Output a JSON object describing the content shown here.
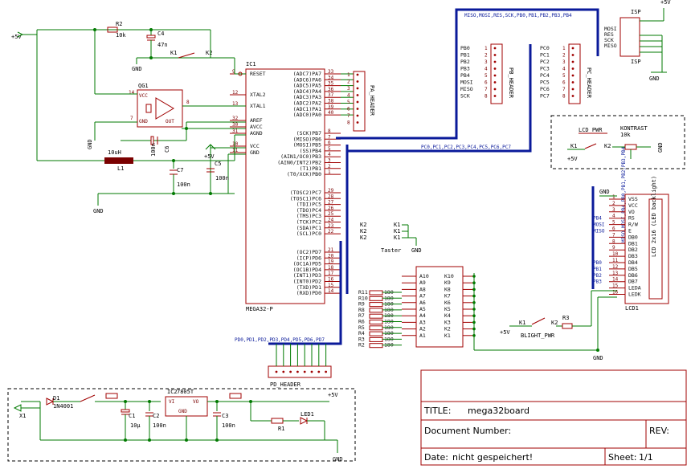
{
  "title_block": {
    "title_label": "TITLE:",
    "title_value": "mega32board",
    "docnum_label": "Document Number:",
    "rev_label": "REV:",
    "date_label": "Date:",
    "date_value": "nicht gespeichert!",
    "sheet_label": "Sheet:",
    "sheet_value": "1/1"
  },
  "power": {
    "plus5v": "+5V",
    "gnd": "GND"
  },
  "components": {
    "ic1": "IC1",
    "ic1_value": "MEGA32-P",
    "ic2": "IC2",
    "ic2_value": "7805T",
    "qg1": "QG1",
    "r1": "R1",
    "r2": "R2",
    "r2_value": "10k",
    "r3": "R3",
    "c1": "C1",
    "c1_value": "10µ",
    "c2": "C2",
    "c2_value": "100n",
    "c3": "C3",
    "c3_value": "100n",
    "c4": "C4",
    "c4_value": "47n",
    "c5": "C5",
    "c5_value": "100n",
    "c6": "C6",
    "c6_value": "100n",
    "c7": "C7",
    "c7_value": "100n",
    "l1": "L1",
    "l1_value": "10uH",
    "d1": "D1",
    "d1_value": "1N4001",
    "led1": "LED1",
    "x1": "X1",
    "isp": "ISP",
    "lcd": "LCD1",
    "lcd_part": "LCD 2x16 (LED backlight)",
    "kontrast": "KONTRAST",
    "kontrast_value": "10k",
    "lcd_pwr": "LCD_PWR",
    "blight_pwr": "BLIGHT_PWR",
    "taster": "Taster",
    "pa_header": "PA_HEADER",
    "pb_header": "PB_HEADER",
    "pc_header": "PC_HEADER",
    "pd_header": "PD_HEADER",
    "r_array_value": "180"
  },
  "ic1_left_pins": [
    {
      "name": "RESET",
      "num": "9"
    },
    {
      "name": "XTAL2",
      "num": "12"
    },
    {
      "name": "XTAL1",
      "num": "13"
    },
    {
      "name": "AREF",
      "num": "32"
    },
    {
      "name": "AVCC",
      "num": "30"
    },
    {
      "name": "AGND",
      "num": "31"
    },
    {
      "name": "VCC",
      "num": "10"
    },
    {
      "name": "GND",
      "num": "11"
    }
  ],
  "ic1_right_pins": [
    {
      "name": "(ADC7)PA7",
      "num": "33"
    },
    {
      "name": "(ADC6)PA6",
      "num": "34"
    },
    {
      "name": "(ADC5)PA5",
      "num": "35"
    },
    {
      "name": "(ADC4)PA4",
      "num": "36"
    },
    {
      "name": "(ADC3)PA3",
      "num": "37"
    },
    {
      "name": "(ADC2)PA2",
      "num": "38"
    },
    {
      "name": "(ADC1)PA1",
      "num": "39"
    },
    {
      "name": "(ADC0)PA0",
      "num": "40"
    },
    {
      "name": "(SCK)PB7",
      "num": "8"
    },
    {
      "name": "(MISO)PB6",
      "num": "7"
    },
    {
      "name": "(MOSI)PB5",
      "num": "6"
    },
    {
      "name": "(SS)PB4",
      "num": "5"
    },
    {
      "name": "(AIN1/OC0)PB3",
      "num": "4"
    },
    {
      "name": "(AIN0/INT2)PB2",
      "num": "3"
    },
    {
      "name": "(T1)PB1",
      "num": "2"
    },
    {
      "name": "(T0/XCK)PB0",
      "num": "1"
    },
    {
      "name": "(TOSC2)PC7",
      "num": "29"
    },
    {
      "name": "(TOSC1)PC6",
      "num": "28"
    },
    {
      "name": "(TDI)PC5",
      "num": "27"
    },
    {
      "name": "(TDO)PC4",
      "num": "26"
    },
    {
      "name": "(TMS)PC3",
      "num": "25"
    },
    {
      "name": "(TCK)PC2",
      "num": "24"
    },
    {
      "name": "(SDA)PC1",
      "num": "23"
    },
    {
      "name": "(SCL)PC0",
      "num": "22"
    },
    {
      "name": "(OC2)PD7",
      "num": "21"
    },
    {
      "name": "(ICP)PD6",
      "num": "20"
    },
    {
      "name": "(OC1A)PD5",
      "num": "19"
    },
    {
      "name": "(OC1B)PD4",
      "num": "18"
    },
    {
      "name": "(INT1)PD3",
      "num": "17"
    },
    {
      "name": "(INT0)PD2",
      "num": "16"
    },
    {
      "name": "(TXD)PD1",
      "num": "15"
    },
    {
      "name": "(RXD)PD0",
      "num": "14"
    }
  ],
  "pb_header_pins": [
    "PB0",
    "PB1",
    "PB2",
    "PB3",
    "PB4",
    "MOSI",
    "MISO",
    "SCK"
  ],
  "pc_header_pins": [
    "PC0",
    "PC1",
    "PC2",
    "PC3",
    "PC4",
    "PC5",
    "PC6",
    "PC7"
  ],
  "header_nums": [
    "1",
    "2",
    "3",
    "4",
    "5",
    "6",
    "7",
    "8"
  ],
  "isp_pins": [
    "MOSI",
    "RES",
    "SCK",
    "MISO"
  ],
  "lcd_pins": [
    {
      "name": "VSS",
      "num": "1"
    },
    {
      "name": "VCC",
      "num": "2"
    },
    {
      "name": "VO",
      "num": "3"
    },
    {
      "name": "RS",
      "num": "4"
    },
    {
      "name": "R/W",
      "num": "5"
    },
    {
      "name": "E",
      "num": "6"
    },
    {
      "name": "DB0",
      "num": "7"
    },
    {
      "name": "DB1",
      "num": "8"
    },
    {
      "name": "DB2",
      "num": "9"
    },
    {
      "name": "DB3",
      "num": "10"
    },
    {
      "name": "DB4",
      "num": "11"
    },
    {
      "name": "DB5",
      "num": "12"
    },
    {
      "name": "DB6",
      "num": "13"
    },
    {
      "name": "DB7",
      "num": "14"
    },
    {
      "name": "LEDA",
      "num": "15"
    },
    {
      "name": "LEDK",
      "num": "16"
    }
  ],
  "lcd_nets": [
    "PB4",
    "MOSI",
    "MISO",
    "PB0",
    "PB1",
    "PB2",
    "PB3"
  ],
  "array_a": [
    "A10",
    "A9",
    "A8",
    "A7",
    "A6",
    "A5",
    "A4",
    "A3",
    "A2",
    "A1"
  ],
  "array_k": [
    "K10",
    "K9",
    "K8",
    "K7",
    "K6",
    "K5",
    "K4",
    "K3",
    "K2",
    "K1"
  ],
  "r_array": [
    "R11",
    "R10",
    "R9",
    "R8",
    "R7",
    "R6",
    "R5",
    "R4",
    "R3",
    "R2"
  ],
  "bus_labels": {
    "pb_bus": "MISO,MOSI,RES,SCK,PB0,PB1,PB2,PB3,PB4",
    "pc_bus": "PC0,PC1,PC2,PC3,PC4,PC5,PC6,PC7",
    "pd_bus": "PD0,PD1,PD2,PD3,PD4,PD5,PD6,PD7",
    "lcd_bus": "MISO,MOSI,PB4,PB0,PB1,PB2,PB3,PB4"
  },
  "switch_labels": {
    "k1": "K1",
    "k2": "K2"
  },
  "qg1_pins": {
    "vcc": "VCC",
    "gnd": "GND",
    "out": "OUT",
    "p14": "14",
    "p7": "7",
    "p8": "8"
  },
  "ic2_pins": {
    "vi": "VI",
    "vo": "VO",
    "gnd": "GND"
  }
}
